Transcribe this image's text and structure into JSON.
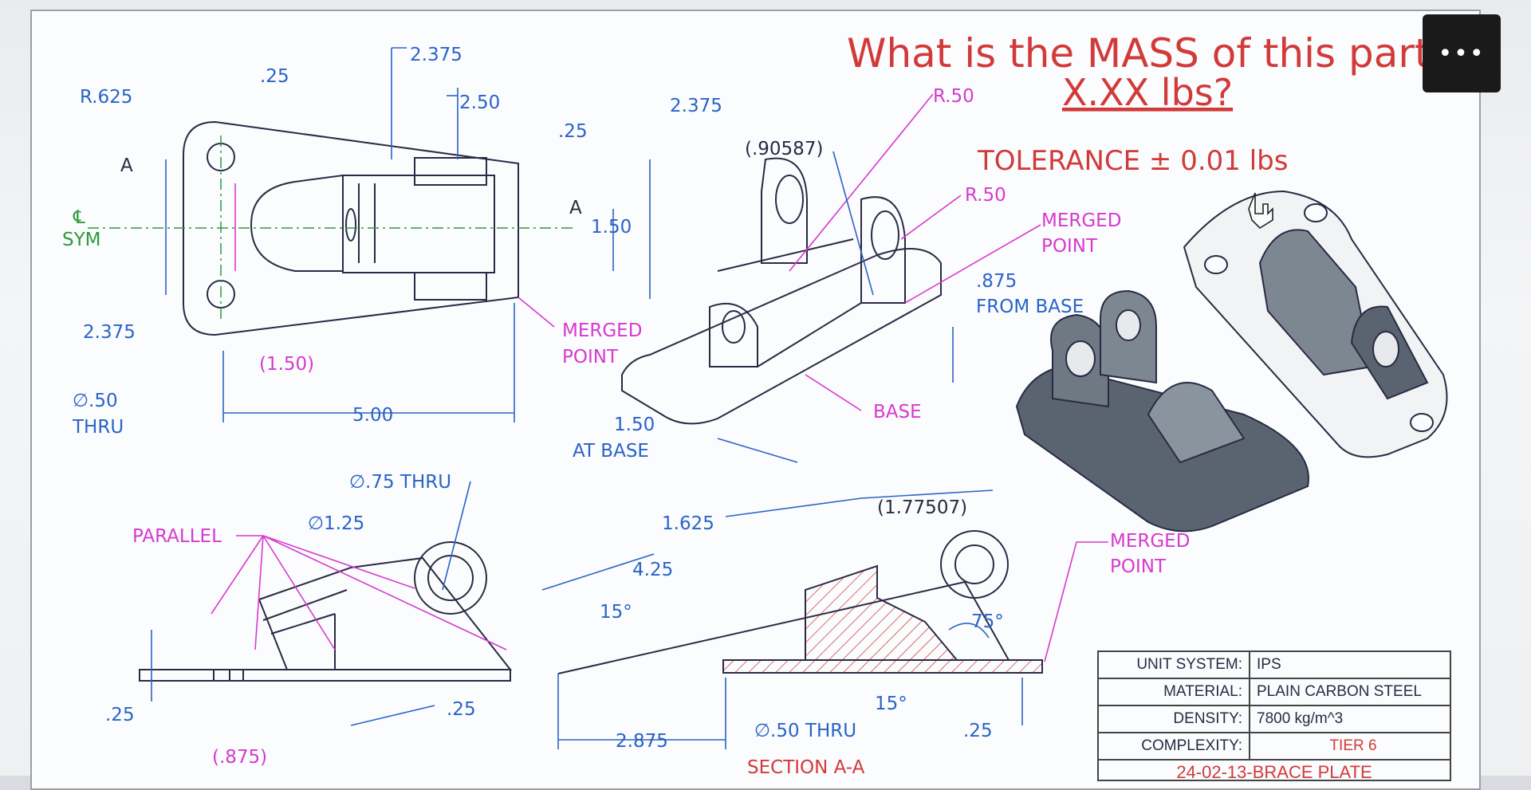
{
  "header": {
    "question_line1": "What is the MASS of this part",
    "question_line2": "X.XX lbs?",
    "tolerance": "TOLERANCE ± 0.01 lbs"
  },
  "menu": {
    "label": "•••"
  },
  "top_view": {
    "dim_2375_top": "2.375",
    "dim_25": ".25",
    "dim_r625": "R.625",
    "dim_250": "2.50",
    "dim_2375_right": "2.375",
    "dim_25b": ".25",
    "section_a": "A",
    "section_a2": "A",
    "sym_symbol": "℄",
    "sym_label": "SYM",
    "dim_150": "1.50",
    "dim_2375_left": "2.375",
    "dim_150_ref": "(1.50)",
    "dim_hole": "∅.50",
    "dim_thru": "THRU",
    "dim_500": "5.00",
    "merged_point_1": "MERGED",
    "merged_point_1b": "POINT"
  },
  "iso_view": {
    "dim_r50_top": "R.50",
    "dim_90587": "(.90587)",
    "dim_r50": "R.50",
    "merged_2": "MERGED",
    "merged_2b": "POINT",
    "dim_875": ".875",
    "from_base": "FROM BASE",
    "dim_150": "1.50",
    "at_base": "AT BASE",
    "base_label": "BASE"
  },
  "side_view": {
    "dim_75": "∅.75 THRU",
    "dim_125": "∅1.25",
    "parallel": "PARALLEL",
    "dim_25_left": ".25",
    "dim_25_right": ".25",
    "dim_875": "(.875)"
  },
  "section_view": {
    "dim_1625": "1.625",
    "dim_177507": "(1.77507)",
    "dim_425": "4.25",
    "angle_15": "15°",
    "angle_75": "75°",
    "angle_15b": "15°",
    "dim_2875": "2.875",
    "hole_50": "∅.50 THRU",
    "dim_25": ".25",
    "section_label": "SECTION A-A",
    "merged_3": "MERGED",
    "merged_3b": "POINT"
  },
  "title_block": {
    "rows": [
      {
        "key": "UNIT SYSTEM:",
        "value": "IPS"
      },
      {
        "key": "MATERIAL:",
        "value": "PLAIN CARBON STEEL"
      },
      {
        "key": "DENSITY:",
        "value": "7800 kg/m^3"
      },
      {
        "key": "COMPLEXITY:",
        "value": "TIER 6"
      }
    ],
    "part_name": "24-02-13-BRACE PLATE"
  },
  "colors": {
    "dimension": "#2a63c8",
    "leader": "#d63ad0",
    "centerline": "#2e9a3a",
    "title": "#d23a3a",
    "outline": "#2a2a44"
  }
}
